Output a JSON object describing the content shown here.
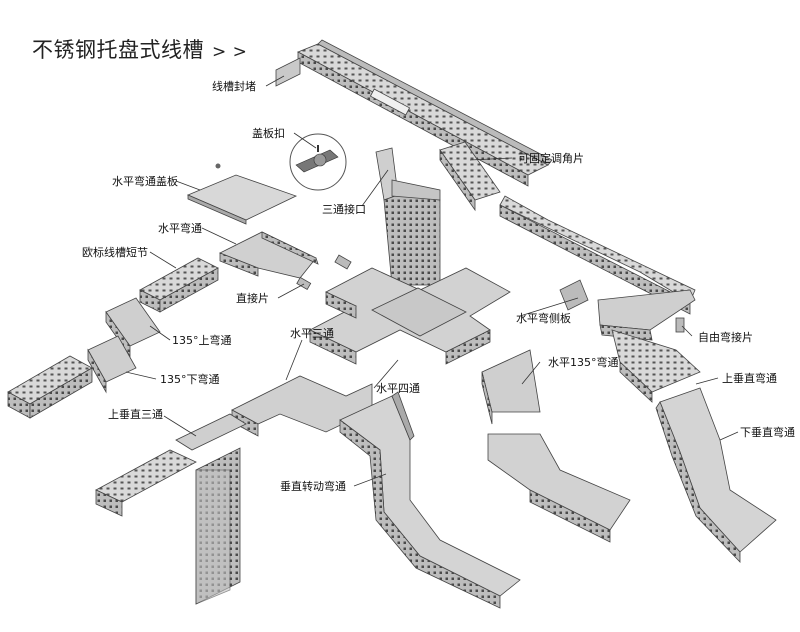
{
  "title": "不锈钢托盘式线槽",
  "title_suffix": "> >",
  "labels": {
    "end_cap": "线槽封堵",
    "cover_clip": "盖板扣",
    "horizontal_bend_cover": "水平弯通盖板",
    "tee_joint": "三通接口",
    "adjustable_angle": "可固定调角片",
    "horizontal_bend": "水平弯通",
    "euro_short_section": "欧标线槽短节",
    "straight_connector": "直接片",
    "upper_bend_135": "135°上弯通",
    "lower_bend_135": "135°下弯通",
    "horizontal_tee": "水平三通",
    "horizontal_side_plate": "水平弯侧板",
    "free_bend_connector": "自由弯接片",
    "horizontal_bend_135": "水平135°弯通",
    "horizontal_cross": "水平四通",
    "vertical_up_bend": "上垂直弯通",
    "vertical_down_bend": "下垂直弯通",
    "vertical_up_tee": "上垂直三通",
    "vertical_turn_bend": "垂直转动弯通"
  },
  "colors": {
    "metal": "#d6d6d6",
    "metal_dark": "#a9a9a9",
    "edge": "#444444",
    "hole": "#555555"
  }
}
